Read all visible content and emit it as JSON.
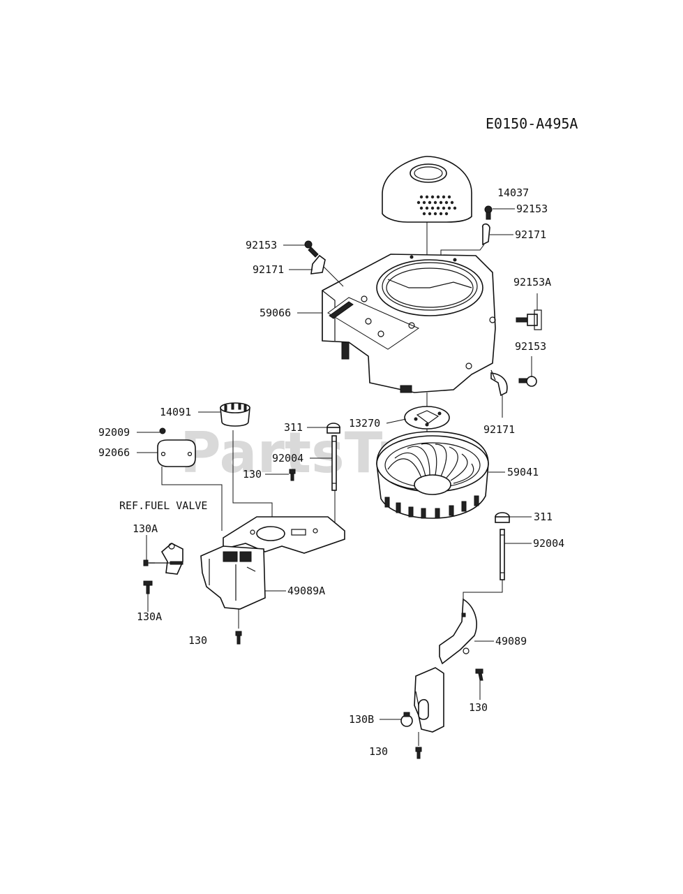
{
  "diagram_code": "E0150-A495A",
  "watermark": "PartsTree",
  "reference_note": "REF.FUEL VALVE",
  "labels": [
    {
      "id": "14037",
      "text": "14037"
    },
    {
      "id": "92153-a",
      "text": "92153"
    },
    {
      "id": "92171-a",
      "text": "92171"
    },
    {
      "id": "92153-b",
      "text": "92153"
    },
    {
      "id": "92171-b",
      "text": "92171"
    },
    {
      "id": "92153A",
      "text": "92153A"
    },
    {
      "id": "59066",
      "text": "59066"
    },
    {
      "id": "92153-c",
      "text": "92153"
    },
    {
      "id": "92171-c",
      "text": "92171"
    },
    {
      "id": "14091",
      "text": "14091"
    },
    {
      "id": "13270",
      "text": "13270"
    },
    {
      "id": "311-a",
      "text": "311"
    },
    {
      "id": "92009",
      "text": "92009"
    },
    {
      "id": "92066",
      "text": "92066"
    },
    {
      "id": "92004-a",
      "text": "92004"
    },
    {
      "id": "59041",
      "text": "59041"
    },
    {
      "id": "130-a",
      "text": "130"
    },
    {
      "id": "130A-a",
      "text": "130A"
    },
    {
      "id": "311-b",
      "text": "311"
    },
    {
      "id": "92004-b",
      "text": "92004"
    },
    {
      "id": "49089A",
      "text": "49089A"
    },
    {
      "id": "130A-b",
      "text": "130A"
    },
    {
      "id": "130-b",
      "text": "130"
    },
    {
      "id": "49089",
      "text": "49089"
    },
    {
      "id": "130-c",
      "text": "130"
    },
    {
      "id": "130B",
      "text": "130B"
    },
    {
      "id": "130-d",
      "text": "130"
    }
  ]
}
